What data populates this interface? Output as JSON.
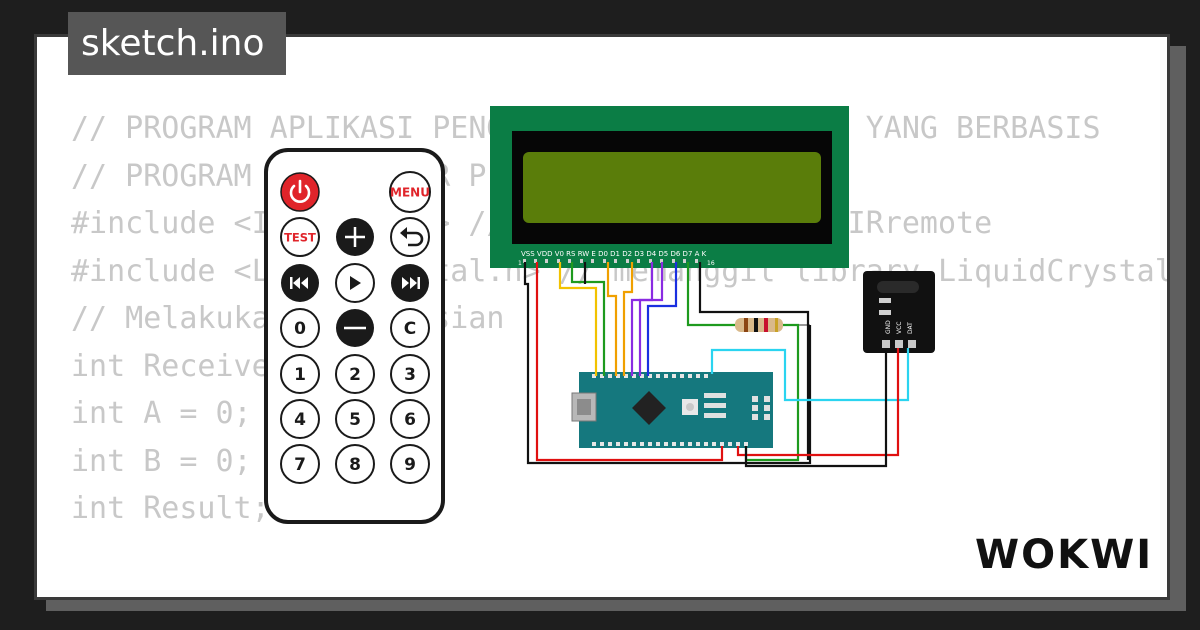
{
  "file_tab": {
    "title": "sketch.ino"
  },
  "code_lines": [
    "// PROGRAM APLIKASI PENGENDALIAN PENGUKURAN YANG BERBASIS",
    "// PROGRAM ARDUINO IR P",
    "",
    "#include <IRremote.h> // memanggil library IRremote",
    "#include <LiquidCrystal.h> // memanggil library LiquidCrystal",
    "",
    "// Melakukan deklarasian",
    "int ReceiverPin",
    "int A = 0;",
    "int B = 0;",
    "int Result;"
  ],
  "remote": {
    "buttons": [
      {
        "label": "",
        "icon": "power-icon"
      },
      {
        "label": "MENU"
      },
      {
        "label": "TEST"
      },
      {
        "label": "",
        "icon": "plus-icon"
      },
      {
        "label": "",
        "icon": "back-arrow-icon"
      },
      {
        "label": "",
        "icon": "previous-track-icon"
      },
      {
        "label": "",
        "icon": "play-icon"
      },
      {
        "label": "",
        "icon": "next-track-icon"
      },
      {
        "label": "0"
      },
      {
        "label": "",
        "icon": "minus-icon"
      },
      {
        "label": "C"
      },
      {
        "label": "1"
      },
      {
        "label": "2"
      },
      {
        "label": "3"
      },
      {
        "label": "4"
      },
      {
        "label": "5"
      },
      {
        "label": "6"
      },
      {
        "label": "7"
      },
      {
        "label": "8"
      },
      {
        "label": "9"
      }
    ]
  },
  "lcd": {
    "pin_labels": "VSS VDD V0 RS RW E D0 D1 D2 D3 D4 D5 D6 D7 A K",
    "pin_start": "1",
    "pin_end": "16"
  },
  "ir_receiver": {
    "pins": [
      "GND",
      "VCC",
      "DAT"
    ]
  },
  "wire_colors": {
    "red": "#e01010",
    "black": "#111111",
    "green": "#1e9a1e",
    "yellow": "#f2c200",
    "orange": "#f0a000",
    "purple": "#8a2be2",
    "blue": "#1a2fe0",
    "cyan": "#2ad4f0"
  },
  "brand": {
    "logo_text": "WOKWI"
  }
}
